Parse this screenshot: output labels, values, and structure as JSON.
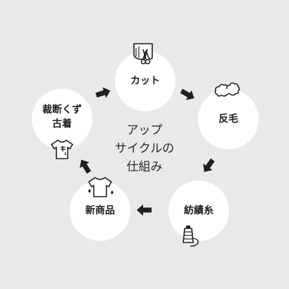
{
  "center": {
    "title": "アップ\nサイクルの\n仕組み"
  },
  "nodes": [
    {
      "id": "cut",
      "label": "カット",
      "icon": "scissors-cloth-icon"
    },
    {
      "id": "fluff",
      "label": "反毛",
      "icon": "fiber-fluff-icon"
    },
    {
      "id": "spinning",
      "label": "紡績糸",
      "icon": "thread-spool-icon"
    },
    {
      "id": "product",
      "label": "新商品",
      "icon": "new-shirt-icon"
    },
    {
      "id": "scraps",
      "label": "裁断くず\n古着",
      "icon": "old-shirt-icon"
    }
  ],
  "colors": {
    "background": "#e9e9e9",
    "node": "#ffffff",
    "ink": "#1f1f1f"
  }
}
